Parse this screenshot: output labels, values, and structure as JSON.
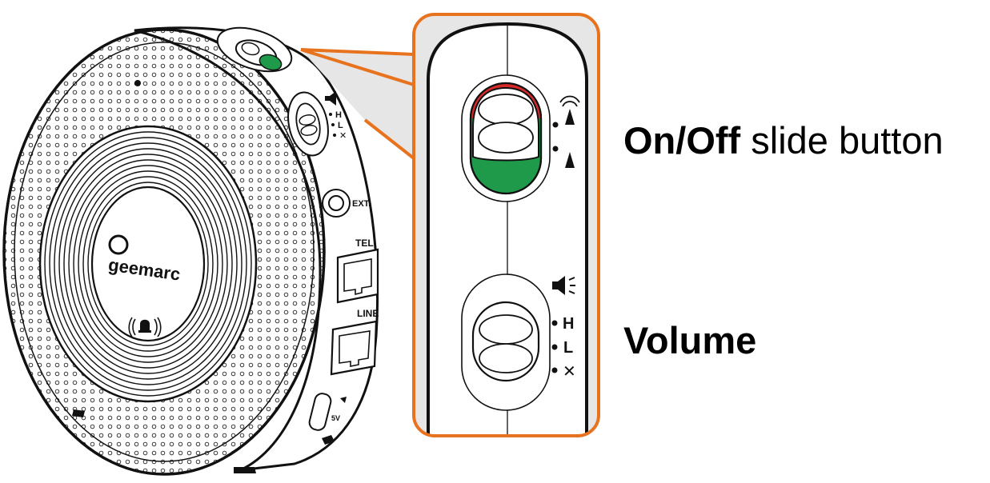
{
  "labels": {
    "onoff_bold": "On/Off",
    "onoff_rest": " slide button",
    "volume": "Volume"
  },
  "device": {
    "brand": "geemarc",
    "ports": {
      "ext": "EXT.",
      "tel": "TEL",
      "line": "LINE",
      "power": "5V"
    },
    "volume_marks": [
      "H",
      "L",
      "✕"
    ]
  },
  "colors": {
    "highlight": "#E8731E",
    "on_green": "#1E9A4A",
    "on_red": "#D62A2A",
    "line": "#1a1a1a",
    "panel_bg": "#E6E6E6"
  }
}
